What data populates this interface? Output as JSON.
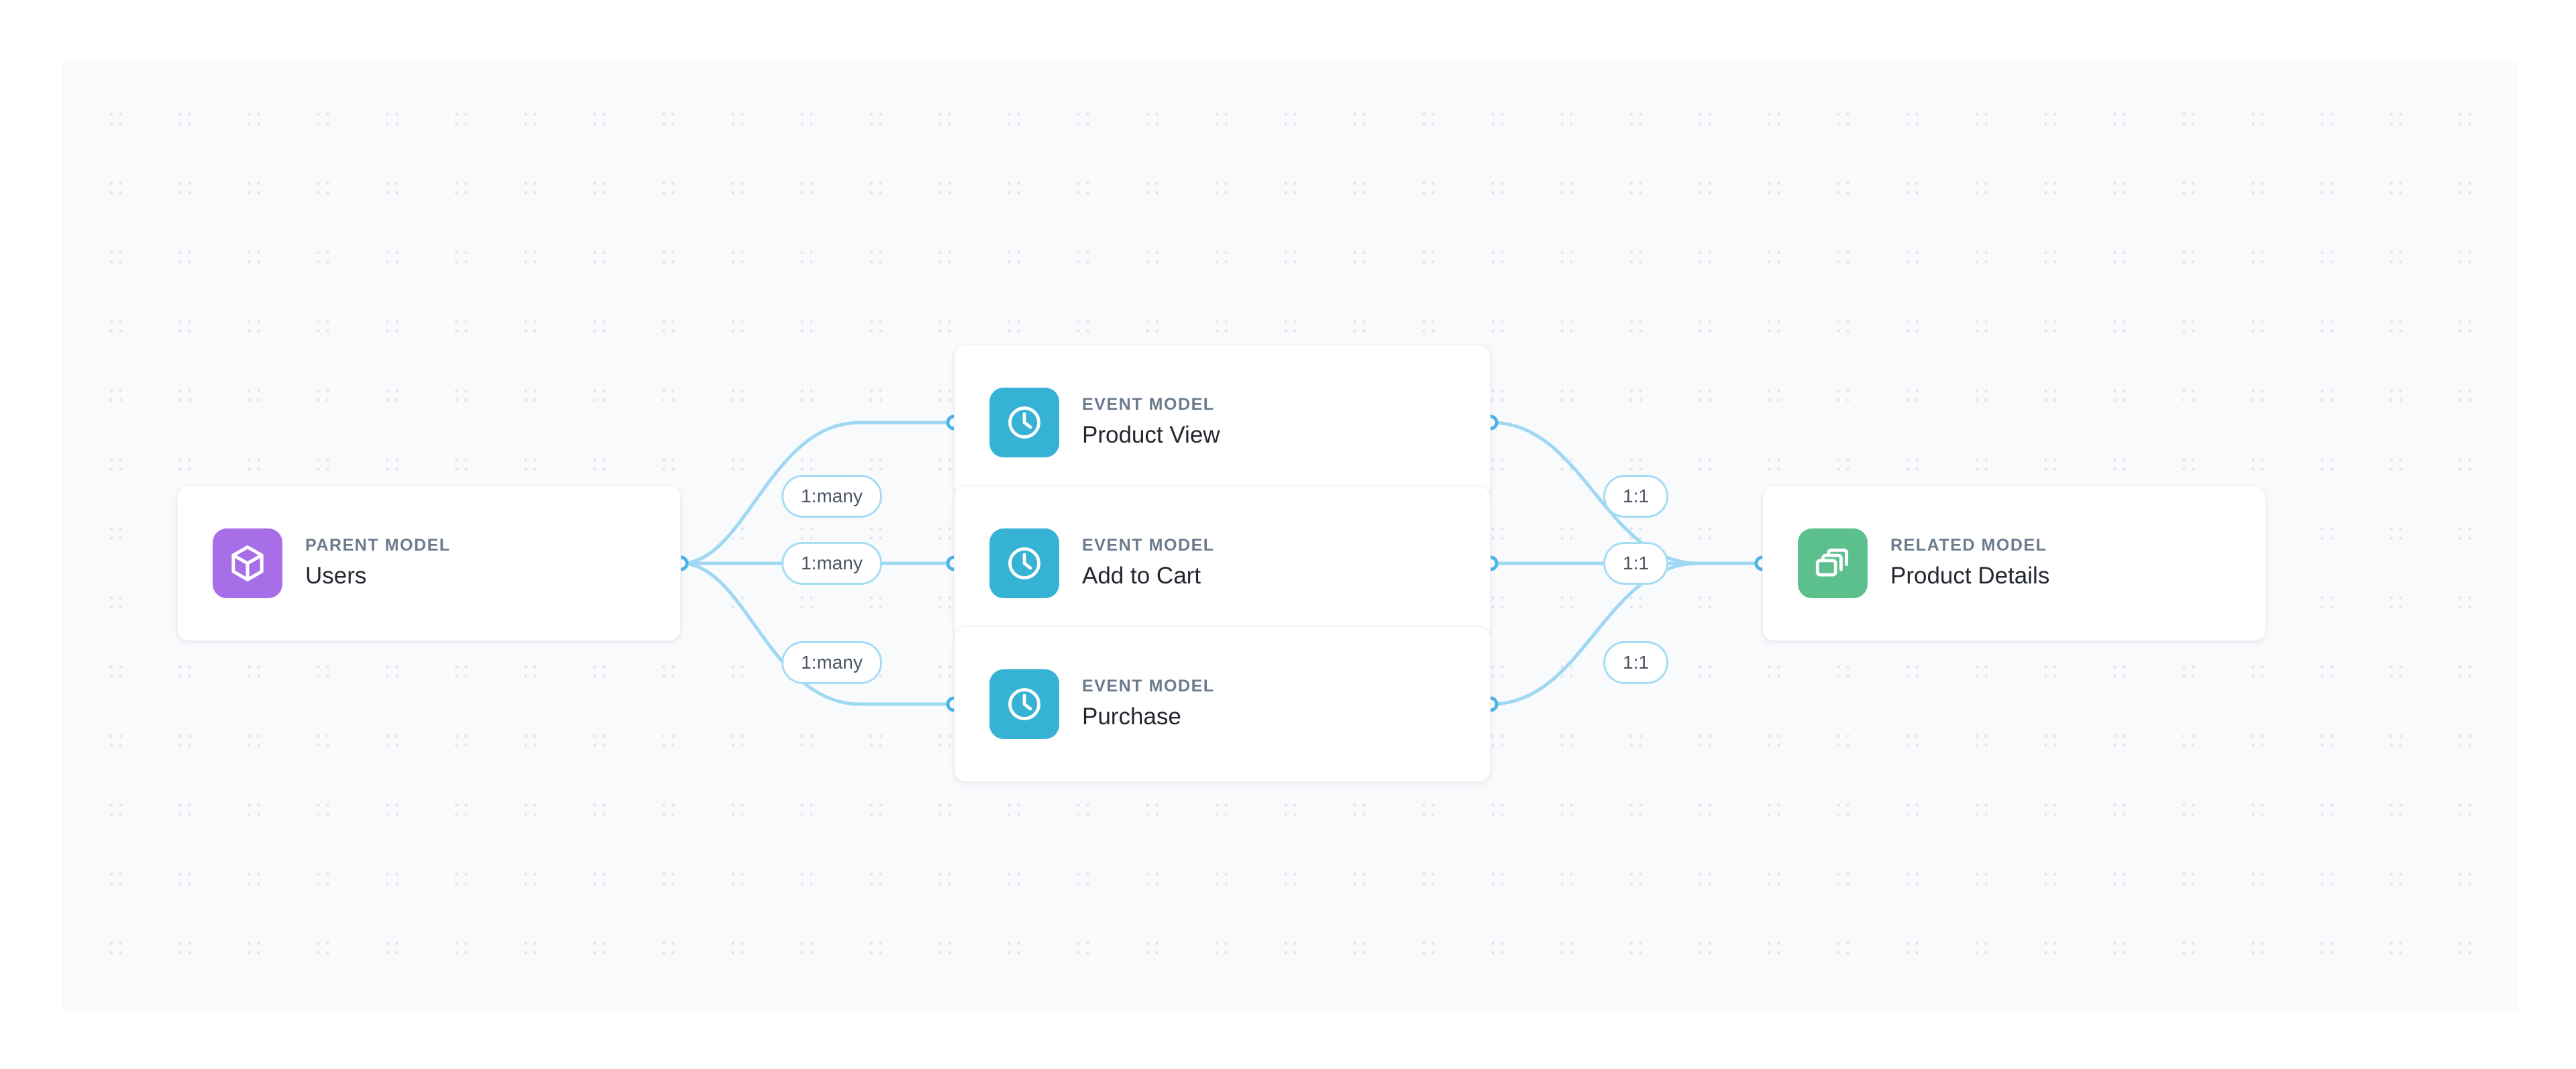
{
  "canvas": {
    "background_color": "#f8fafc",
    "dot_color": "#e2e6ec",
    "page_background": "#ffffff"
  },
  "theme": {
    "edge_color": "#9fd8f2",
    "port_stroke": "#4db4e8",
    "pill_border": "#a6dcf4",
    "parent_icon_color": "#a86ee8",
    "event_icon_color": "#36b3d4",
    "related_icon_color": "#5cc08d",
    "kicker_color": "#6b7a8d",
    "title_color": "#23272f"
  },
  "nodes": [
    {
      "id": "users",
      "kicker": "PARENT MODEL",
      "title": "Users",
      "icon": "cube-icon",
      "icon_color": "#a86ee8"
    },
    {
      "id": "product-view",
      "kicker": "EVENT MODEL",
      "title": "Product View",
      "icon": "clock-icon",
      "icon_color": "#36b3d4"
    },
    {
      "id": "add-to-cart",
      "kicker": "EVENT MODEL",
      "title": "Add to Cart",
      "icon": "clock-icon",
      "icon_color": "#36b3d4"
    },
    {
      "id": "purchase",
      "kicker": "EVENT MODEL",
      "title": "Purchase",
      "icon": "clock-icon",
      "icon_color": "#36b3d4"
    },
    {
      "id": "product-details",
      "kicker": "RELATED MODEL",
      "title": "Product Details",
      "icon": "layers-icon",
      "icon_color": "#5cc08d"
    }
  ],
  "edges": [
    {
      "id": "users-product-view",
      "from": "users",
      "to": "product-view",
      "label": "1:many"
    },
    {
      "id": "users-add-to-cart",
      "from": "users",
      "to": "add-to-cart",
      "label": "1:many"
    },
    {
      "id": "users-purchase",
      "from": "users",
      "to": "purchase",
      "label": "1:many"
    },
    {
      "id": "product-view-details",
      "from": "product-view",
      "to": "product-details",
      "label": "1:1"
    },
    {
      "id": "add-to-cart-details",
      "from": "add-to-cart",
      "to": "product-details",
      "label": "1:1"
    },
    {
      "id": "purchase-details",
      "from": "purchase",
      "to": "product-details",
      "label": "1:1"
    }
  ]
}
